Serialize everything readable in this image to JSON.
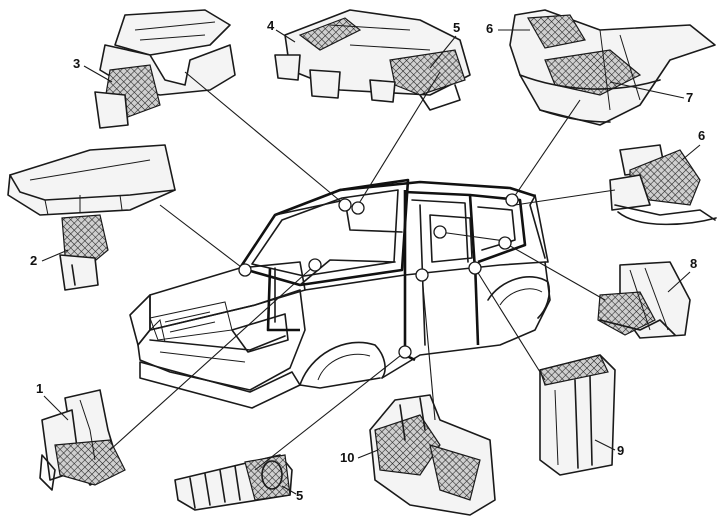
{
  "callouts": [
    {
      "id": "c1",
      "label": "1"
    },
    {
      "id": "c2",
      "label": "2"
    },
    {
      "id": "c3",
      "label": "3"
    },
    {
      "id": "c4",
      "label": "4"
    },
    {
      "id": "c5a",
      "label": "5"
    },
    {
      "id": "c5b",
      "label": "5"
    },
    {
      "id": "c6a",
      "label": "6"
    },
    {
      "id": "c6b",
      "label": "6"
    },
    {
      "id": "c7",
      "label": "7"
    },
    {
      "id": "c8",
      "label": "8"
    },
    {
      "id": "c9",
      "label": "9"
    },
    {
      "id": "c10",
      "label": "10"
    }
  ],
  "colors": {
    "ink": "#1a1a1a",
    "paper": "#ffffff"
  }
}
